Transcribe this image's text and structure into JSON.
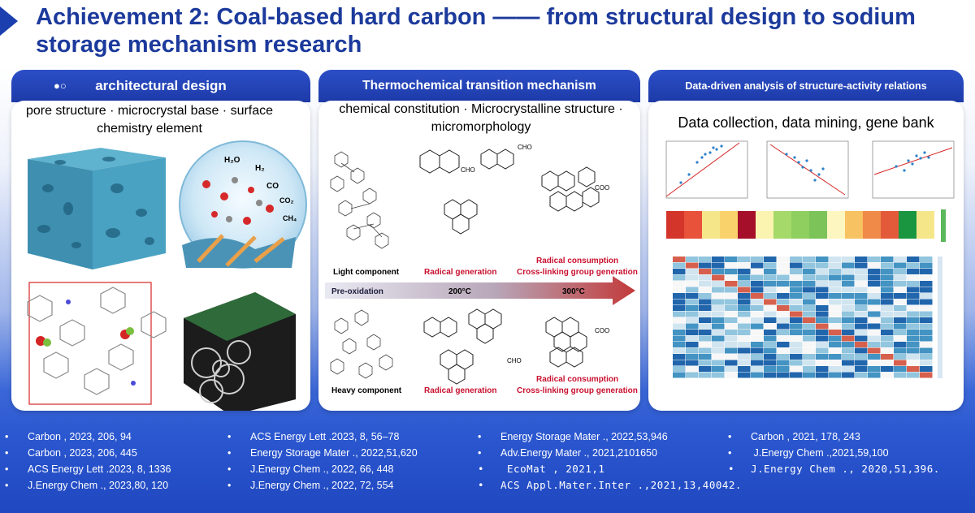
{
  "title": "Achievement 2: Coal-based hard carbon —— from structural design to sodium storage mechanism research",
  "panels": [
    {
      "head": "architectural design",
      "dots": "●○",
      "subtitle": "pore structure · microcrystal base · surface chemistry element"
    },
    {
      "head": "Thermochemical transition mechanism",
      "subtitle": "chemical constitution · Microcrystalline structure · micromorphology"
    },
    {
      "head": "Data-driven analysis of structure-activity relations",
      "subtitle": "Data collection, data mining, gene bank"
    }
  ],
  "molecules": {
    "h2o": "H₂O",
    "h2": "H₂",
    "co": "CO",
    "co2": "CO₂",
    "ch4": "CH₄"
  },
  "mechanism": {
    "light_component": "Light component",
    "heavy_component": "Heavy component",
    "radical_generation": "Radical generation",
    "radical_consumption": "Radical consumption",
    "cross_linking": "Cross-linking group generation",
    "pre_oxidation": "Pre-oxidation",
    "temp_200": "200°C",
    "temp_300": "300°C",
    "cho": "CHO",
    "coo": "COO"
  },
  "references": [
    [
      "Carbon , 2023, 206, 94",
      "Carbon , 2023, 206, 445",
      "ACS Energy Lett .2023, 8, 1336",
      "J.Energy Chem ., 2023,80, 120"
    ],
    [
      "ACS Energy Lett .2023, 8, 56–78",
      "Energy Storage Mater ., 2022,51,620",
      "J.Energy Chem ., 2022, 66, 448",
      "J.Energy Chem .,  2022, 72, 554"
    ],
    [
      "Energy Storage Mater ., 2022,53,946",
      "Adv.Energy Mater ., 2021,2101650",
      " EcoMat , 2021,1",
      "ACS Appl.Mater.Inter .,2021,13,40042."
    ],
    [
      "Carbon , 2021, 178, 243",
      " J.Energy Chem .,2021,59,100",
      "J.Energy Chem ., 2020,51,396."
    ]
  ],
  "colors": {
    "header": "#1c3a9c",
    "accent": "#c8102e",
    "band": "#2a56cf"
  }
}
